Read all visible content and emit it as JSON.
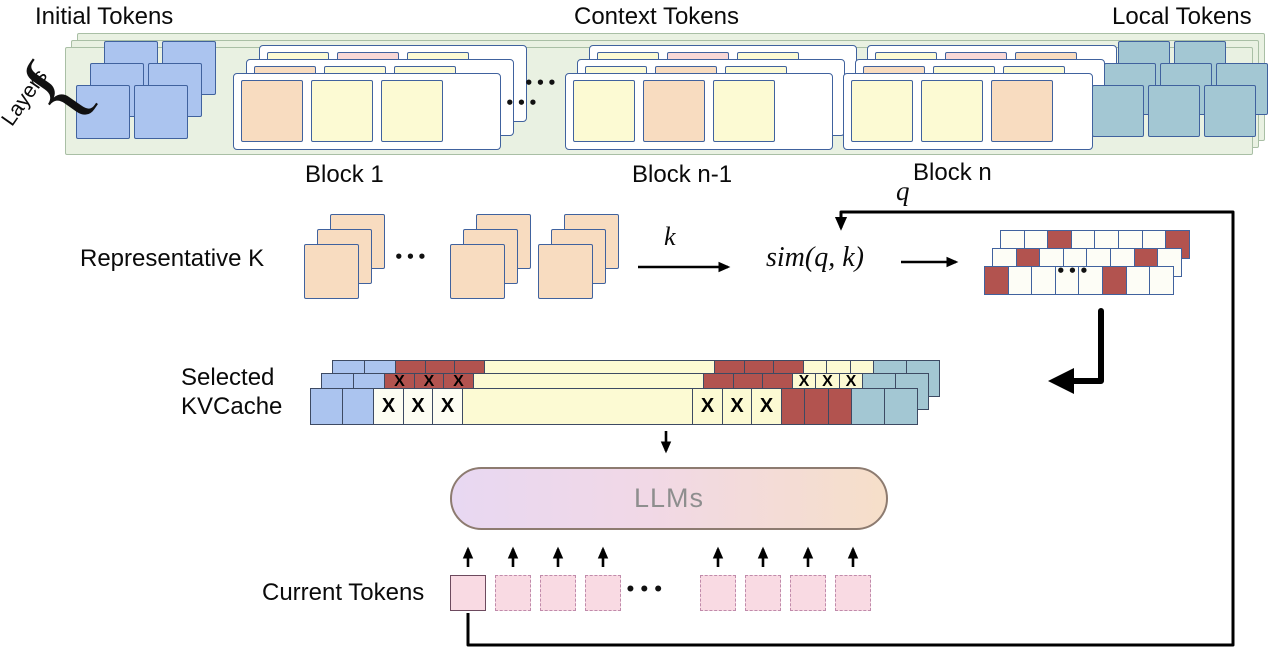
{
  "palette": {
    "container_green": "#e9f1e2",
    "initial_token_blue": "#abc4ef",
    "context_token_yellow": "#fcfad3",
    "context_token_orange": "#f8dcc0",
    "context_token_pink": "#f8d8d6",
    "local_token_teal": "#a3c7d3",
    "selected_red": "#b2534f",
    "current_token_pink": "#f9dae3",
    "token_border_blue": "#40629e",
    "llm_gradient_left": "#e8d8f2",
    "llm_gradient_right": "#f6dfc9"
  },
  "top": {
    "initial_tokens_label": "Initial Tokens",
    "context_tokens_label": "Context Tokens",
    "local_tokens_label": "Local Tokens",
    "layers_label": "Layers",
    "layers_brace": "{",
    "block_1_label": "Block 1",
    "block_n1_label": "Block n-1",
    "block_n_label": "Block n",
    "dots_row1": "•••",
    "dots_row2": "•••"
  },
  "middle": {
    "representative_k_label": "Representative K",
    "group_dots": "•••",
    "k_label": "k",
    "q_label": "q",
    "sim_label": "sim(q, k)",
    "result_dots": "•••"
  },
  "kvcache": {
    "label_line1": "Selected",
    "label_line2": "KVCache",
    "x_mark": "X"
  },
  "llm": {
    "label": "LLMs"
  },
  "bottom": {
    "current_tokens_label": "Current Tokens",
    "dots": "•••"
  }
}
